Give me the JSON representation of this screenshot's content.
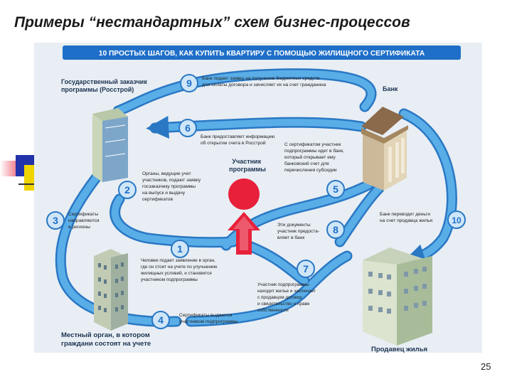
{
  "slide": {
    "title": "Примеры “нестандартных” схем бизнес-процессов",
    "page_number": "25"
  },
  "colors": {
    "banner": "#1e6fc8",
    "path": "#5aaee8",
    "path_edge": "#2a78c4",
    "step_circle": "#cfe6f8",
    "accent_red": "#e8203a",
    "background": "#e8eef4"
  },
  "diagram": {
    "banner": "10 ПРОСТЫХ ШАГОВ, КАК КУПИТЬ КВАРТИРУ С ПОМОЩЬЮ ЖИЛИЩНОГО СЕРТИФИКАТА",
    "actors": {
      "customer": "Государственный заказчик программы (Росстрой)",
      "bank": "Банк",
      "participant": "Участник программы",
      "local": "Местный орган, в котором граждани состоят на учете",
      "seller": "Продавец жилья"
    },
    "steps": [
      {
        "num": "1",
        "text": "Человек подает заявление в орган, где он стоит на учете по улучшению жилищных условий, и становится участником подпрограммы"
      },
      {
        "num": "2",
        "text": "Органы, ведущие учет участников, подают заявку госзаказчику программы на выпуск и выдачу сертификатов"
      },
      {
        "num": "3",
        "text": "Сертификаты направляются в регионы"
      },
      {
        "num": "4",
        "text": "Сертификаты выдаются участником подпрограммы"
      },
      {
        "num": "5",
        "text": "С сертификатом участник подпрограммы идет в банк, который открывает ему банковский счет для перечисления субсидии"
      },
      {
        "num": "6",
        "text": "Банк предоставляет информацию об открытии счета в Росстрой"
      },
      {
        "num": "7",
        "text": "Участник подпрограммы находит жилье и заключает с продавцом договор и свидетельство о праве собственности"
      },
      {
        "num": "8",
        "text": "Эти документы участник предоставляет в банк"
      },
      {
        "num": "9",
        "text": "Банк подает заявку на получение бюджетных средств для оплаты договора и зачисляет их на счет гражданина"
      },
      {
        "num": "10",
        "text": "Банк переводит деньги на счет продавца жилья"
      }
    ]
  }
}
